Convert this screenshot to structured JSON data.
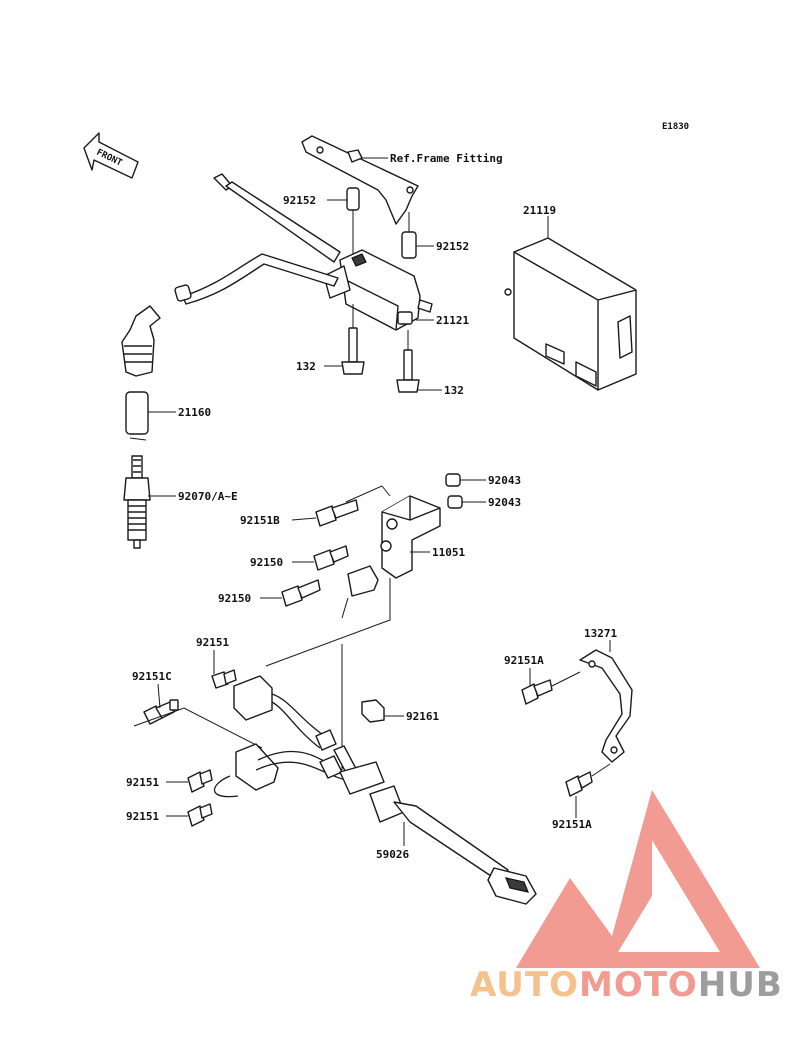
{
  "diagram_code": "E1830",
  "front_arrow": "FRONT",
  "ref_note": "Ref.Frame Fitting",
  "callouts": {
    "p92152a": "92152",
    "p92152b": "92152",
    "p21119": "21119",
    "p21121": "21121",
    "p132a": "132",
    "p132b": "132",
    "p21160": "21160",
    "p92070": "92070/A~E",
    "p92043a": "92043",
    "p92043b": "92043",
    "p92151b": "92151B",
    "p11051": "11051",
    "p92150a": "92150",
    "p92150b": "92150",
    "p13271": "13271",
    "p92151top": "92151",
    "p92151a": "92151A",
    "p92151c": "92151C",
    "p92161": "92161",
    "p92151mid": "92151",
    "p92151low": "92151",
    "p92151a2": "92151A",
    "p59026": "59026"
  },
  "watermark": {
    "part_auto": "AUTO",
    "part_moto": "MOTO",
    "part_hub": "HUB",
    "color_auto": "#f4b77a",
    "color_moto": "#f08a80",
    "color_hub": "#8c8c8c",
    "triangle_color": "#f08a80"
  }
}
